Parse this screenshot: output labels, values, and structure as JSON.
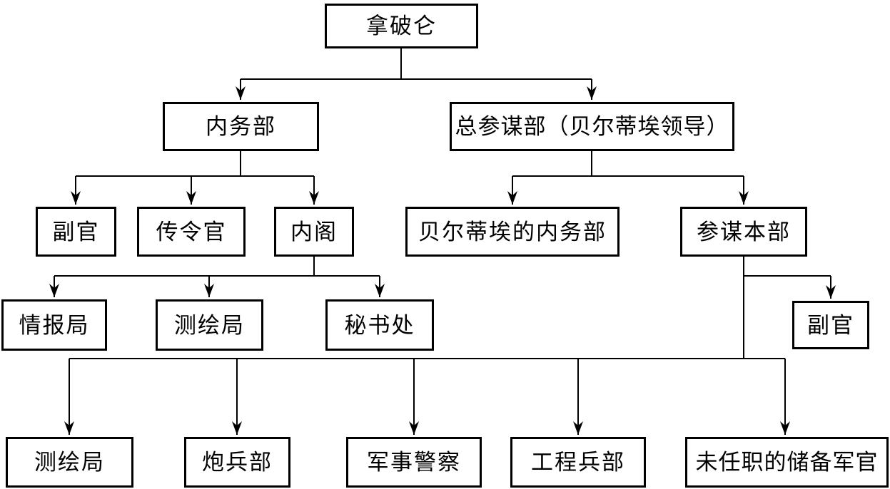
{
  "diagram": {
    "type": "org-chart",
    "colors": {
      "background": "#ffffff",
      "line": "#000000",
      "box_border": "#000000",
      "text": "#000000"
    },
    "nodes": [
      {
        "id": "napoleon",
        "label": "拿破仑"
      },
      {
        "id": "ministry-internal",
        "label": "内务部"
      },
      {
        "id": "general-staff",
        "label": "总参谋部（贝尔蒂埃领导）"
      },
      {
        "id": "adjutant-1",
        "label": "副官"
      },
      {
        "id": "orderly-officer",
        "label": "传令官"
      },
      {
        "id": "cabinet",
        "label": "内阁"
      },
      {
        "id": "berthier-internal",
        "label": "贝尔蒂埃的内务部"
      },
      {
        "id": "staff-headquarters",
        "label": "参谋本部"
      },
      {
        "id": "intelligence-bureau",
        "label": "情报局"
      },
      {
        "id": "survey-bureau-1",
        "label": "测绘局"
      },
      {
        "id": "secretariat",
        "label": "秘书处"
      },
      {
        "id": "adjutant-2",
        "label": "副官"
      },
      {
        "id": "survey-bureau-2",
        "label": "测绘局"
      },
      {
        "id": "artillery-dept",
        "label": "炮兵部"
      },
      {
        "id": "military-police",
        "label": "军事警察"
      },
      {
        "id": "engineer-corps-dept",
        "label": "工程兵部"
      },
      {
        "id": "unassigned-reserve",
        "label": "未任职的储备军官"
      }
    ],
    "edges": [
      {
        "from": "napoleon",
        "to": "ministry-internal"
      },
      {
        "from": "napoleon",
        "to": "general-staff"
      },
      {
        "from": "ministry-internal",
        "to": "adjutant-1"
      },
      {
        "from": "ministry-internal",
        "to": "orderly-officer"
      },
      {
        "from": "ministry-internal",
        "to": "cabinet"
      },
      {
        "from": "general-staff",
        "to": "berthier-internal"
      },
      {
        "from": "general-staff",
        "to": "staff-headquarters"
      },
      {
        "from": "cabinet",
        "to": "intelligence-bureau"
      },
      {
        "from": "cabinet",
        "to": "survey-bureau-1"
      },
      {
        "from": "cabinet",
        "to": "secretariat"
      },
      {
        "from": "staff-headquarters",
        "to": "adjutant-2"
      },
      {
        "from": "staff-headquarters",
        "to": "survey-bureau-2"
      },
      {
        "from": "staff-headquarters",
        "to": "artillery-dept"
      },
      {
        "from": "staff-headquarters",
        "to": "military-police"
      },
      {
        "from": "staff-headquarters",
        "to": "engineer-corps-dept"
      },
      {
        "from": "staff-headquarters",
        "to": "unassigned-reserve"
      }
    ]
  }
}
